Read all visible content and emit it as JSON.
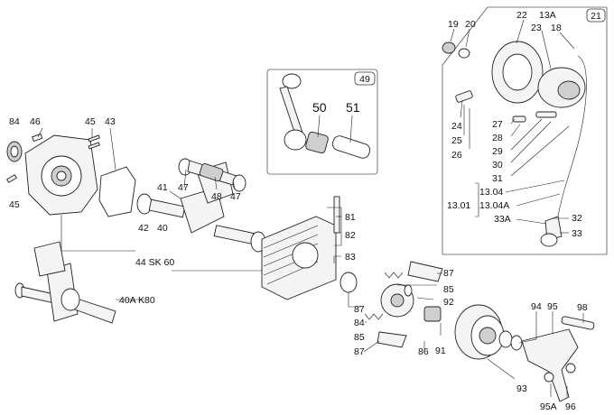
{
  "callouts": {
    "main": [
      {
        "id": "84",
        "text": "84"
      },
      {
        "id": "46",
        "text": "46"
      },
      {
        "id": "45a",
        "text": "45"
      },
      {
        "id": "43",
        "text": "43"
      },
      {
        "id": "45b",
        "text": "45"
      },
      {
        "id": "41",
        "text": "41"
      },
      {
        "id": "47a",
        "text": "47"
      },
      {
        "id": "48",
        "text": "48"
      },
      {
        "id": "47b",
        "text": "47"
      },
      {
        "id": "42",
        "text": "42"
      },
      {
        "id": "40",
        "text": "40"
      },
      {
        "id": "81",
        "text": "81"
      },
      {
        "id": "82",
        "text": "82"
      },
      {
        "id": "83",
        "text": "83"
      },
      {
        "id": "44sk60",
        "text": "44 SK 60"
      },
      {
        "id": "40ak80",
        "text": "40A K80"
      },
      {
        "id": "87a",
        "text": "87"
      },
      {
        "id": "85a",
        "text": "85"
      },
      {
        "id": "92",
        "text": "92"
      },
      {
        "id": "87b",
        "text": "87"
      },
      {
        "id": "84b",
        "text": "84"
      },
      {
        "id": "85b",
        "text": "85"
      },
      {
        "id": "87c",
        "text": "87"
      },
      {
        "id": "86",
        "text": "86"
      },
      {
        "id": "91",
        "text": "91"
      },
      {
        "id": "94",
        "text": "94"
      },
      {
        "id": "95",
        "text": "95"
      },
      {
        "id": "98",
        "text": "98"
      },
      {
        "id": "93",
        "text": "93"
      },
      {
        "id": "95A",
        "text": "95A"
      },
      {
        "id": "96",
        "text": "96"
      }
    ],
    "inset49": {
      "badge": "49",
      "items": [
        {
          "id": "50",
          "text": "50"
        },
        {
          "id": "51",
          "text": "51"
        }
      ]
    },
    "inset21": {
      "badge": "21",
      "items": [
        {
          "id": "19",
          "text": "19"
        },
        {
          "id": "20",
          "text": "20"
        },
        {
          "id": "22",
          "text": "22"
        },
        {
          "id": "13A",
          "text": "13A"
        },
        {
          "id": "23",
          "text": "23"
        },
        {
          "id": "18",
          "text": "18"
        },
        {
          "id": "24",
          "text": "24"
        },
        {
          "id": "25",
          "text": "25"
        },
        {
          "id": "26",
          "text": "26"
        },
        {
          "id": "27",
          "text": "27"
        },
        {
          "id": "28",
          "text": "28"
        },
        {
          "id": "29",
          "text": "29"
        },
        {
          "id": "30",
          "text": "30"
        },
        {
          "id": "31",
          "text": "31"
        },
        {
          "id": "1304",
          "text": "13.04"
        },
        {
          "id": "1301",
          "text": "13.01"
        },
        {
          "id": "1304A",
          "text": "13.04A"
        },
        {
          "id": "33A",
          "text": "33A"
        },
        {
          "id": "32",
          "text": "32"
        },
        {
          "id": "33",
          "text": "33"
        }
      ]
    }
  }
}
